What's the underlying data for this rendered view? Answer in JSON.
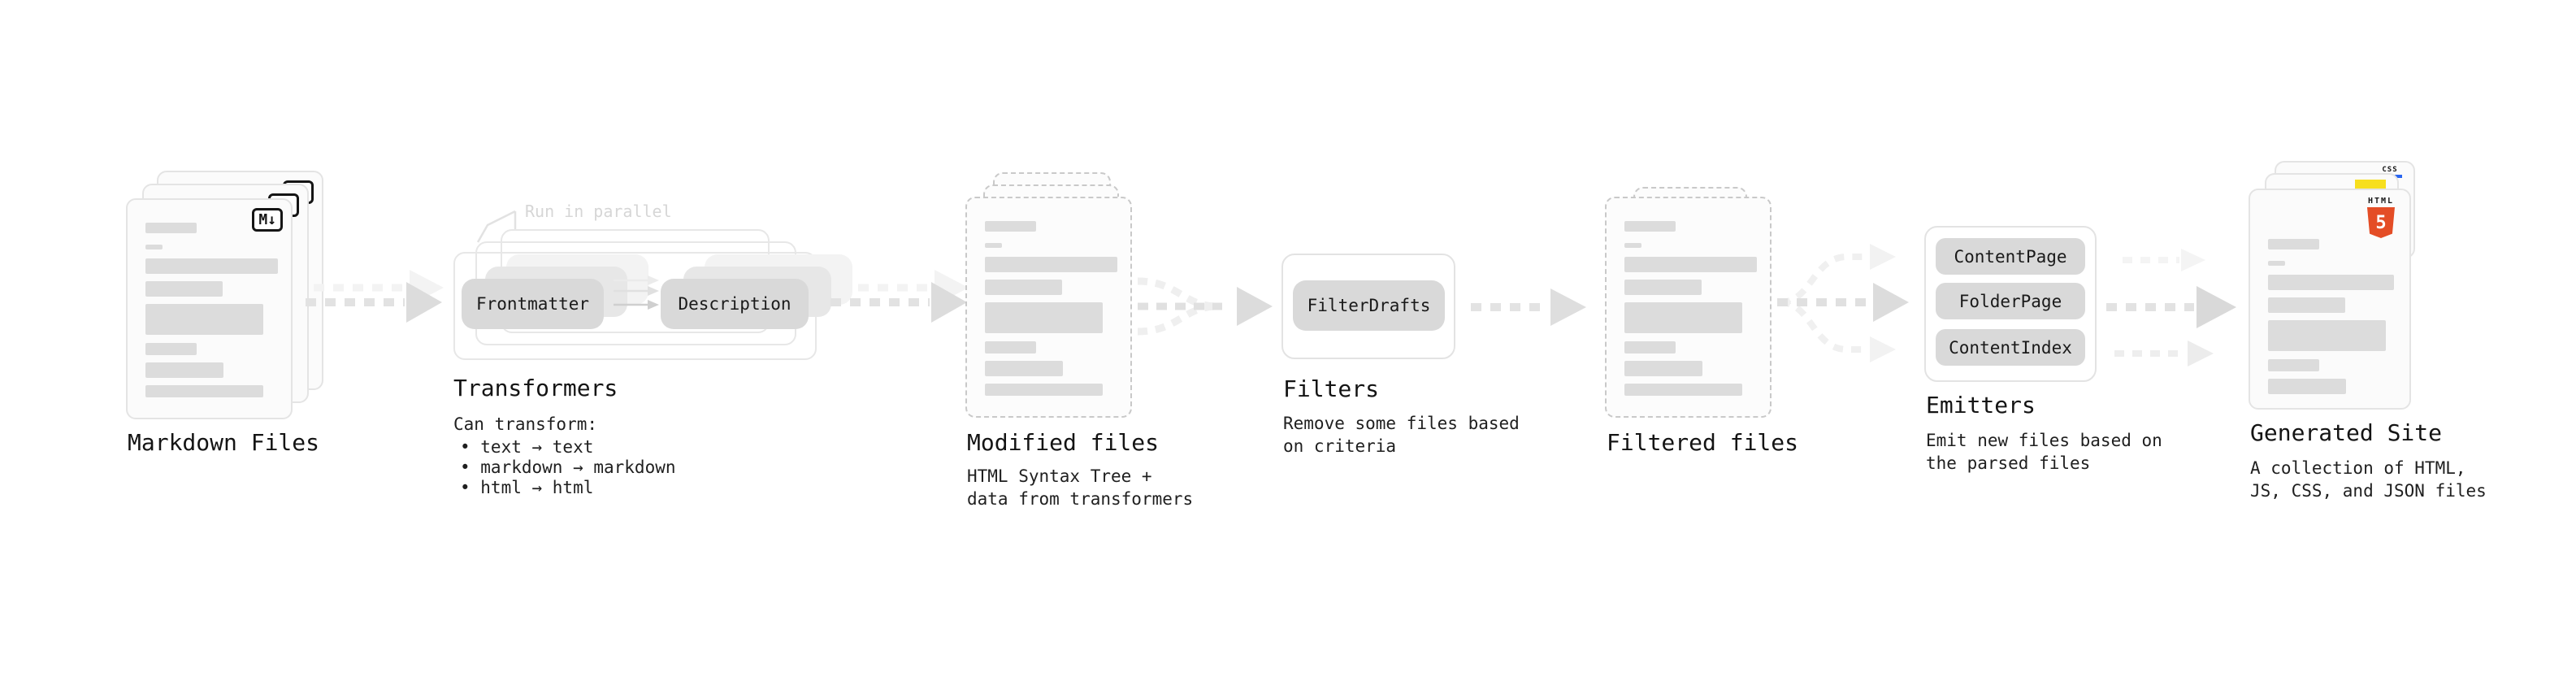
{
  "diagram": {
    "markdown": {
      "label": "Markdown Files",
      "badge": "M↓"
    },
    "transformers": {
      "label": "Transformers",
      "note": "Run in parallel",
      "pill_left": "Frontmatter",
      "pill_right": "Description",
      "desc_heading": "Can transform:",
      "bullets": [
        "• text → text",
        "• markdown → markdown",
        "• html → html"
      ]
    },
    "modified": {
      "label": "Modified files",
      "desc1": "HTML Syntax Tree +",
      "desc2": "data from transformers"
    },
    "filters": {
      "label": "Filters",
      "pill": "FilterDrafts",
      "desc1": "Remove some files based",
      "desc2": "on criteria"
    },
    "filtered": {
      "label": "Filtered files"
    },
    "emitters": {
      "label": "Emitters",
      "pills": [
        "ContentPage",
        "FolderPage",
        "ContentIndex"
      ],
      "desc1": "Emit new files based on",
      "desc2": "the parsed files"
    },
    "generated": {
      "label": "Generated Site",
      "desc1": "A collection of HTML,",
      "desc2": "JS, CSS, and JSON files",
      "css_badge": "CSS",
      "html_badge_word": "HTML",
      "html_badge_number": "5"
    }
  },
  "colors": {
    "text": "#1a1a1a",
    "skeleton_gray": "#dcdcdc",
    "pill_gray": "#d9d9d9",
    "arrow_gray": "#dcdcdc",
    "faded_note_gray": "#d6d6d6",
    "css_blue": "#2965f1",
    "js_yellow": "#f7df1e",
    "html_orange": "#e44d26"
  }
}
